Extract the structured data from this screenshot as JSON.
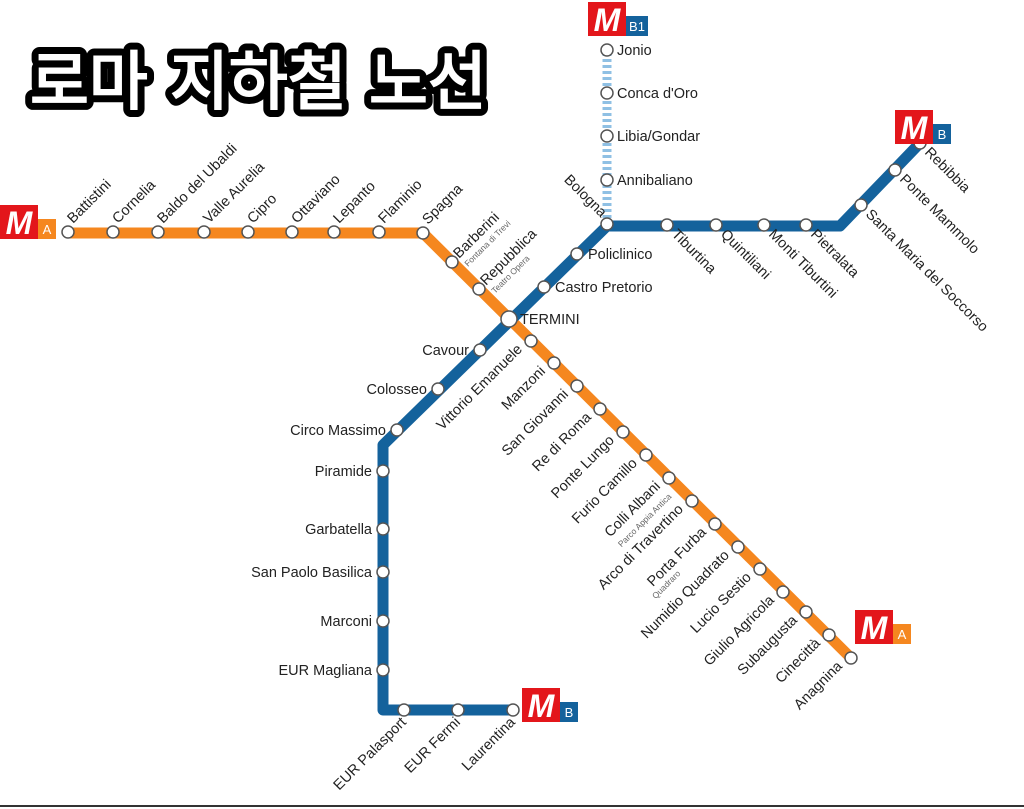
{
  "title": "로마 지하철 노선",
  "colors": {
    "line_a": "#f5871f",
    "line_b": "#14629c",
    "line_b1": "#8fc0e4",
    "logo_red": "#e3161b"
  },
  "logos": [
    {
      "letter": "M",
      "line": "A"
    },
    {
      "letter": "M",
      "line": "B1"
    },
    {
      "letter": "M",
      "line": "B"
    },
    {
      "letter": "M",
      "line": "A"
    },
    {
      "letter": "M",
      "line": "B"
    }
  ],
  "line_a": {
    "stations": [
      {
        "name": "Battistini"
      },
      {
        "name": "Cornelia"
      },
      {
        "name": "Baldo del Ubaldi"
      },
      {
        "name": "Valle Aurelia"
      },
      {
        "name": "Cipro"
      },
      {
        "name": "Ottaviano"
      },
      {
        "name": "Lepanto"
      },
      {
        "name": "Flaminio"
      },
      {
        "name": "Spagna"
      },
      {
        "name": "Barberini",
        "sub": "Fontana di Trevi"
      },
      {
        "name": "Repubblica",
        "sub": "Teatro Opera"
      },
      {
        "name": "TERMINI"
      },
      {
        "name": "Vittorio Emanuele"
      },
      {
        "name": "Manzoni"
      },
      {
        "name": "San Giovanni"
      },
      {
        "name": "Re di Roma"
      },
      {
        "name": "Ponte Lungo"
      },
      {
        "name": "Furio Camillo"
      },
      {
        "name": "Colli Albani",
        "sub": "Parco Appia Antica"
      },
      {
        "name": "Arco di Travertino"
      },
      {
        "name": "Porta Furba",
        "sub": "Quadraro"
      },
      {
        "name": "Numidio Quadrato"
      },
      {
        "name": "Lucio Sestio"
      },
      {
        "name": "Giulio Agricola"
      },
      {
        "name": "Subaugusta"
      },
      {
        "name": "Cinecittà"
      },
      {
        "name": "Anagnina"
      }
    ]
  },
  "line_b": {
    "stations": [
      {
        "name": "Rebibbia"
      },
      {
        "name": "Ponte Mammolo"
      },
      {
        "name": "Santa Maria del Soccorso"
      },
      {
        "name": "Pietralata"
      },
      {
        "name": "Monti Tiburtini"
      },
      {
        "name": "Quintiliani"
      },
      {
        "name": "Tiburtina"
      },
      {
        "name": "Bologna"
      },
      {
        "name": "Policlinico"
      },
      {
        "name": "Castro Pretorio"
      },
      {
        "name": "Cavour"
      },
      {
        "name": "Colosseo"
      },
      {
        "name": "Circo Massimo"
      },
      {
        "name": "Piramide"
      },
      {
        "name": "Garbatella"
      },
      {
        "name": "San Paolo Basilica"
      },
      {
        "name": "Marconi"
      },
      {
        "name": "EUR Magliana"
      },
      {
        "name": "EUR Palasport"
      },
      {
        "name": "EUR Fermi"
      },
      {
        "name": "Laurentina"
      }
    ]
  },
  "line_b1": {
    "stations": [
      {
        "name": "Jonio"
      },
      {
        "name": "Conca d'Oro"
      },
      {
        "name": "Libia/Gondar"
      },
      {
        "name": "Annibaliano"
      }
    ]
  }
}
